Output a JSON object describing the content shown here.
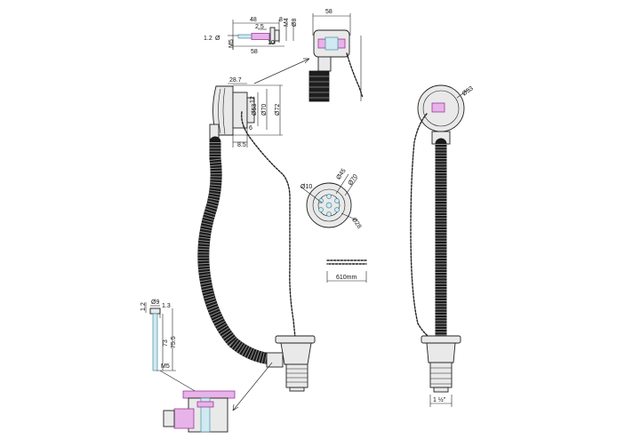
{
  "dimensions": {
    "top_overflow": {
      "d48": "48",
      "d25": "2.5",
      "d8": "8",
      "dM4": "M4",
      "dO8": "Ø8",
      "d10": "10",
      "d58_bottom": "58",
      "dO12": "Ø",
      "d12": "1.2",
      "dM5": "M5",
      "d58_top": "58"
    },
    "overflow_head": {
      "d287": "28.7",
      "dO53": "Ø53",
      "dO70": "Ø70",
      "dO72": "Ø72",
      "d12": "12",
      "d6": "6",
      "d85": "8.5"
    },
    "plug": {
      "dO45": "Ø45",
      "dO70": "Ø70",
      "dO10": "Ø10",
      "dO28": "Ø28"
    },
    "chain_sample": {
      "length": "610mm"
    },
    "right_view": {
      "dO53": "Ø53",
      "thread": "1 ½\""
    },
    "pin": {
      "d12": "1.2",
      "dO9": "Ø9",
      "d13": "1.3",
      "d73": "73",
      "d755": "75.5",
      "dM5": "M5"
    }
  }
}
